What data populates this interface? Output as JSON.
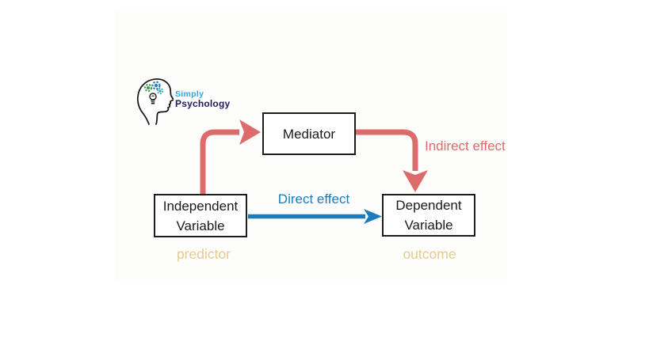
{
  "logo": {
    "line1": "Simply",
    "line2": "Psychology",
    "line1_color": "#2aa9df",
    "line2_color": "#201b60"
  },
  "diagram": {
    "mediator": {
      "label": "Mediator"
    },
    "independent": {
      "line1": "Independent",
      "line2": "Variable",
      "sublabel": "predictor"
    },
    "dependent": {
      "line1": "Dependent",
      "line2": "Variable",
      "sublabel": "outcome"
    },
    "edges": {
      "direct": {
        "label": "Direct effect",
        "color": "#1a7cba"
      },
      "indirect": {
        "label": "Indirect effect",
        "color": "#dd6b6b"
      }
    },
    "sublabel_color": "#e5cb90",
    "box_border_color": "#1d1d1d",
    "box_fill": "#ffffff"
  }
}
